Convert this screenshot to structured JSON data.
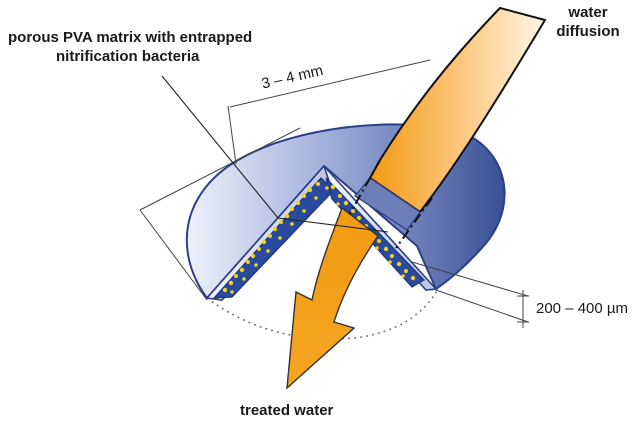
{
  "labels": {
    "matrix_line1": "porous PVA matrix with entrapped",
    "matrix_line2": "nitrification bacteria",
    "water_line1": "water",
    "water_line2": "diffusion",
    "diameter": "3 – 4 mm",
    "thickness": "200 – 400 µm",
    "treated": "treated water"
  },
  "colors": {
    "bead_dark": "#3b4f96",
    "bead_light": "#e6ebf7",
    "matrix_fill": "#294a9e",
    "bacteria": "#f1d21c",
    "arrow_orange": "#f29a12",
    "arrow_light": "#fde6c4",
    "line": "#444444"
  }
}
